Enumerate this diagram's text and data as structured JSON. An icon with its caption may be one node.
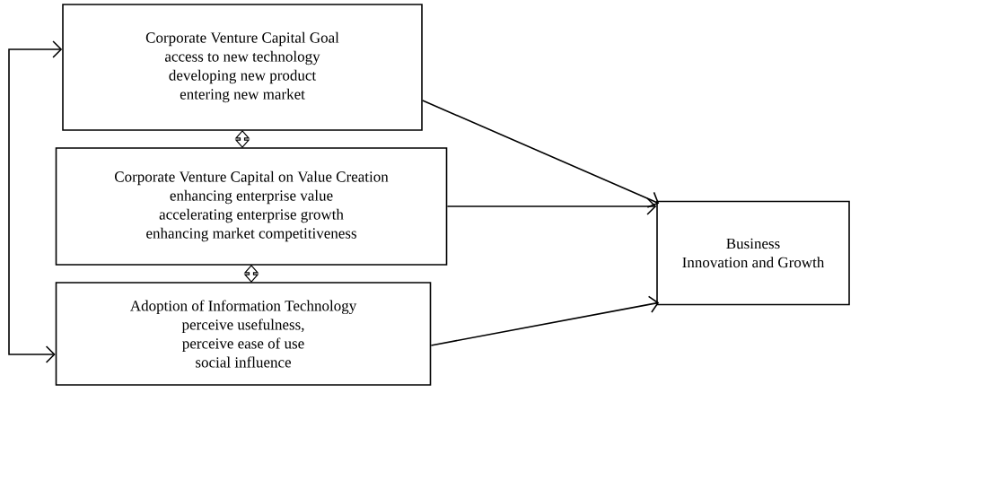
{
  "diagram": {
    "nodes": [
      {
        "text": [
          "Corporate Venture Capital Goal",
          "access to new technology",
          "developing new product",
          "entering new market"
        ]
      },
      {
        "text": [
          "Corporate Venture Capital on Value Creation",
          "enhancing enterprise value",
          "accelerating enterprise growth",
          "enhancing market competitiveness"
        ]
      },
      {
        "text": [
          "Adoption of Information Technology",
          "perceive usefulness,",
          "perceive ease of use",
          "social influence"
        ]
      },
      {
        "text": [
          "Business",
          "Innovation and Growth"
        ]
      }
    ],
    "edges": [
      {
        "from": 0,
        "to": 3,
        "arrow": "to"
      },
      {
        "from": 1,
        "to": 3,
        "arrow": "to"
      },
      {
        "from": 2,
        "to": 3,
        "arrow": "to"
      },
      {
        "from": 0,
        "to": 1,
        "arrow": "both"
      },
      {
        "from": 1,
        "to": 2,
        "arrow": "both"
      },
      {
        "from": 0,
        "to": 2,
        "arrow": "both"
      }
    ]
  }
}
